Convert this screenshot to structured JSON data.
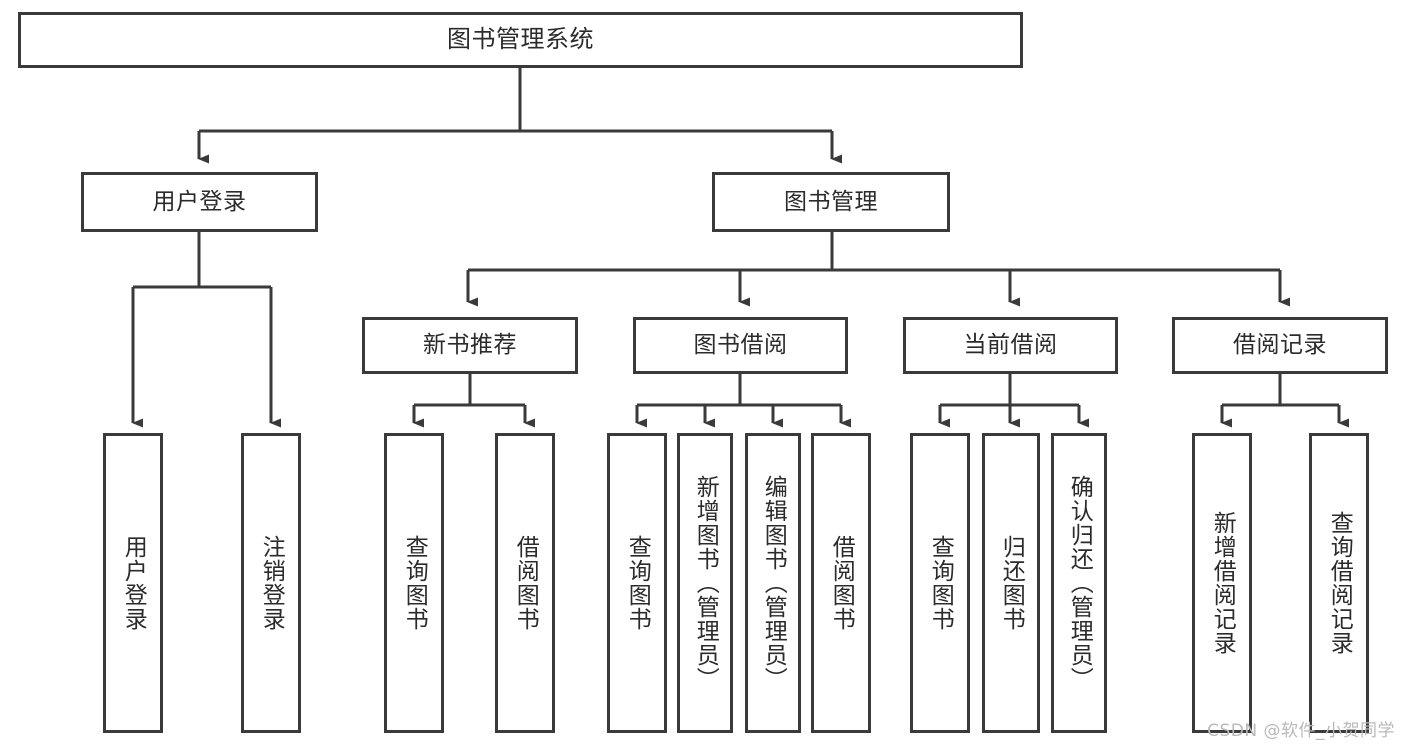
{
  "diagram": {
    "title": "图书管理系统",
    "type": "functional-structure-tree",
    "watermark": "CSDN @软件_小贺同学",
    "colors": {
      "stroke": "#3a3a3a",
      "text": "#2b2b2b",
      "background": "#ffffff",
      "watermark": "#b9b9b9"
    },
    "nodes": {
      "root": {
        "label": "图书管理系统"
      },
      "level1": [
        {
          "id": "user-login",
          "label": "用户登录"
        },
        {
          "id": "book-manage",
          "label": "图书管理"
        }
      ],
      "level2": [
        {
          "id": "new-book-rec",
          "label": "新书推荐"
        },
        {
          "id": "book-borrow",
          "label": "图书借阅"
        },
        {
          "id": "current-borrow",
          "label": "当前借阅"
        },
        {
          "id": "borrow-record",
          "label": "借阅记录"
        }
      ],
      "leaves": {
        "user-login": [
          {
            "id": "leaf-user-login",
            "label": "用户登录"
          },
          {
            "id": "leaf-logout",
            "label": "注销登录"
          }
        ],
        "new-book-rec": [
          {
            "id": "leaf-query-book-1",
            "label": "查询图书"
          },
          {
            "id": "leaf-borrow-book-1",
            "label": "借阅图书"
          }
        ],
        "book-borrow": [
          {
            "id": "leaf-query-book-2",
            "label": "查询图书"
          },
          {
            "id": "leaf-add-book",
            "label": "新增图书（管理员）"
          },
          {
            "id": "leaf-edit-book",
            "label": "编辑图书（管理员）"
          },
          {
            "id": "leaf-borrow-book-2",
            "label": "借阅图书"
          }
        ],
        "current-borrow": [
          {
            "id": "leaf-query-book-3",
            "label": "查询图书"
          },
          {
            "id": "leaf-return-book",
            "label": "归还图书"
          },
          {
            "id": "leaf-confirm-return",
            "label": "确认归还（管理员）"
          }
        ],
        "borrow-record": [
          {
            "id": "leaf-add-record",
            "label": "新增借阅记录"
          },
          {
            "id": "leaf-query-record",
            "label": "查询借阅记录"
          }
        ]
      }
    }
  }
}
